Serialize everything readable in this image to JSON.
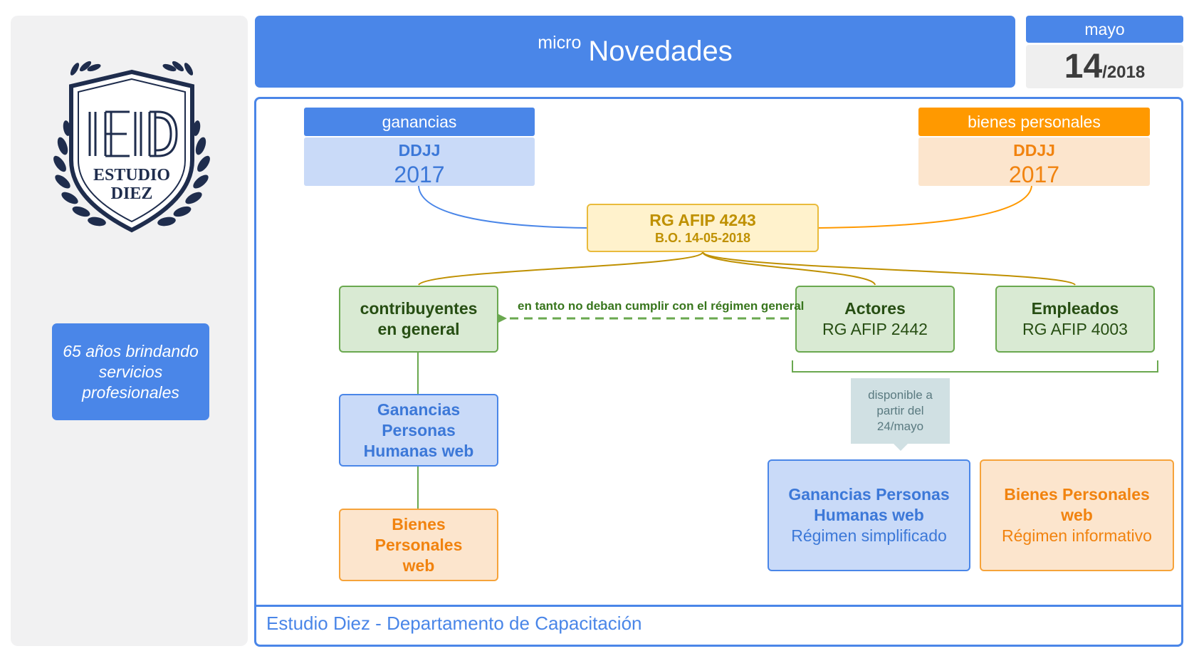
{
  "sidebar": {
    "logo": {
      "monogram": "IED",
      "line1": "ESTUDIO",
      "line2": "DIEZ"
    },
    "tagline": "65 años brindando servicios profesionales"
  },
  "header": {
    "prefix": "micro",
    "title": "Novedades"
  },
  "date": {
    "month": "mayo",
    "day": "14",
    "year": "/2018"
  },
  "colors": {
    "blue": "#4a86e8",
    "orange": "#ff9900",
    "green": "#6aa84f",
    "yellow": "#e9bb3c"
  },
  "tabs": {
    "ganancias": {
      "header": "ganancias",
      "line1": "DDJJ",
      "line2": "2017"
    },
    "bienes": {
      "header": "bienes personales",
      "line1": "DDJJ",
      "line2": "2017"
    }
  },
  "diagram": {
    "center": {
      "title": "RG AFIP 4243",
      "subtitle": "B.O. 14-05-2018"
    },
    "contribuyentes": {
      "line1": "contribuyentes",
      "line2": "en general"
    },
    "actores": {
      "title": "Actores",
      "subtitle": "RG AFIP 2442"
    },
    "empleados": {
      "title": "Empleados",
      "subtitle": "RG AFIP 4003"
    },
    "dashed_label": "en tanto no deban cumplir con el régimen general",
    "ganancias_web": {
      "line1": "Ganancias",
      "line2": "Personas",
      "line3": "Humanas web"
    },
    "bienes_web": {
      "line1": "Bienes",
      "line2": "Personales",
      "line3": "web"
    },
    "note": {
      "line1": "disponible a",
      "line2": "partir del",
      "line3": "24/mayo"
    },
    "ganancias_simplificado": {
      "line1": "Ganancias Personas",
      "line2": "Humanas web",
      "line3": "Régimen simplificado"
    },
    "bienes_informativo": {
      "line1": "Bienes Personales",
      "line2": "web",
      "line3": "Régimen informativo"
    }
  },
  "footer": {
    "text": "Estudio Diez - Departamento de Capacitación"
  }
}
